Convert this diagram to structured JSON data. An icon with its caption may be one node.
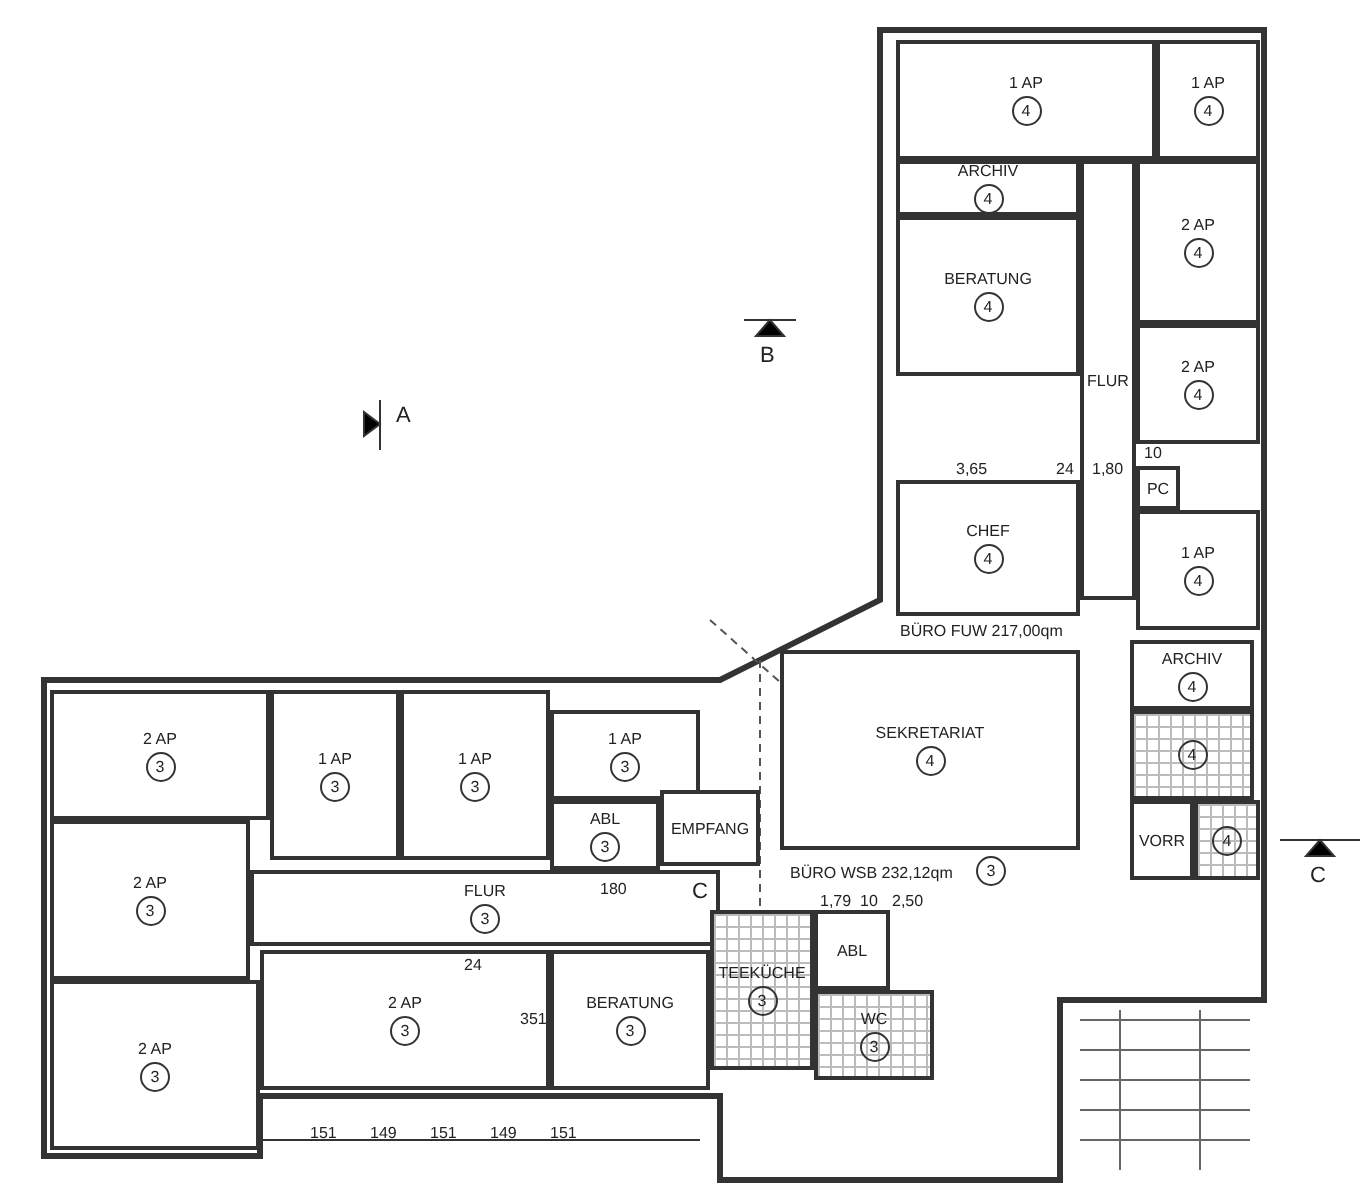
{
  "diagram": {
    "nodes": [
      {
        "text": [
          "1 AP",
          "4"
        ]
      },
      {
        "text": [
          "1 AP",
          "4"
        ]
      },
      {
        "text": [
          "ARCHIV",
          "4"
        ]
      },
      {
        "text": [
          "BERATUNG",
          "4"
        ]
      },
      {
        "text": [
          "2 AP",
          "4"
        ]
      },
      {
        "text": [
          "2 AP",
          "4"
        ]
      },
      {
        "text": [
          "FLUR"
        ]
      },
      {
        "text": [
          "CHEF",
          "4"
        ]
      },
      {
        "text": [
          "PC"
        ]
      },
      {
        "text": [
          "1 AP",
          "4"
        ]
      },
      {
        "text": [
          "SEKRETARIAT",
          "4"
        ]
      },
      {
        "text": [
          "ARCHIV",
          "4"
        ]
      },
      {
        "text": [
          "4"
        ]
      },
      {
        "text": [
          "VORR"
        ]
      },
      {
        "text": [
          "4"
        ]
      },
      {
        "text": [
          "2 AP",
          "3"
        ]
      },
      {
        "text": [
          "1 AP",
          "3"
        ]
      },
      {
        "text": [
          "1 AP",
          "3"
        ]
      },
      {
        "text": [
          "1 AP",
          "3"
        ]
      },
      {
        "text": [
          "ABL",
          "3"
        ]
      },
      {
        "text": [
          "EMPFANG"
        ]
      },
      {
        "text": [
          "2 AP",
          "3"
        ]
      },
      {
        "text": [
          "FLUR",
          "3"
        ]
      },
      {
        "text": [
          "2 AP",
          "3"
        ]
      },
      {
        "text": [
          "2 AP",
          "3"
        ]
      },
      {
        "text": [
          "BERATUNG",
          "3"
        ]
      },
      {
        "text": [
          "TEEKÜCHE",
          "3"
        ]
      },
      {
        "text": [
          "ABL"
        ]
      },
      {
        "text": [
          "WC",
          "3"
        ]
      }
    ],
    "labels": [
      "A",
      "B",
      "C",
      "C",
      "BÜRO FUW 217,00qm",
      "BÜRO WSB 232,12qm",
      "3",
      "3,65",
      "24",
      "1,80",
      "10",
      "180",
      "351",
      "24",
      "1,79",
      "10",
      "2,50",
      "151",
      "149",
      "151",
      "149",
      "151"
    ]
  }
}
